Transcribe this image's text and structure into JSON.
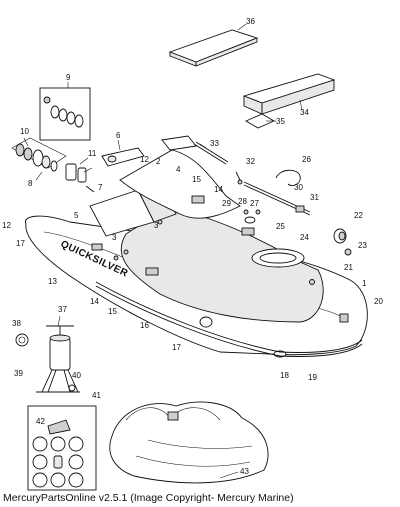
{
  "caption": "MercuryPartsOnline v2.5.1 (Image Copyright- Mercury Marine)",
  "brand_text": "QUICKSILVER",
  "callouts": [
    "1",
    "2",
    "3",
    "4",
    "5",
    "6",
    "7",
    "8",
    "9",
    "10",
    "11",
    "12",
    "13",
    "14",
    "15",
    "16",
    "17",
    "18",
    "19",
    "20",
    "21",
    "22",
    "23",
    "24",
    "25",
    "26",
    "27",
    "28",
    "29",
    "30",
    "31",
    "32",
    "33",
    "34",
    "35",
    "36",
    "37",
    "38",
    "39",
    "40",
    "41",
    "42",
    "43"
  ]
}
